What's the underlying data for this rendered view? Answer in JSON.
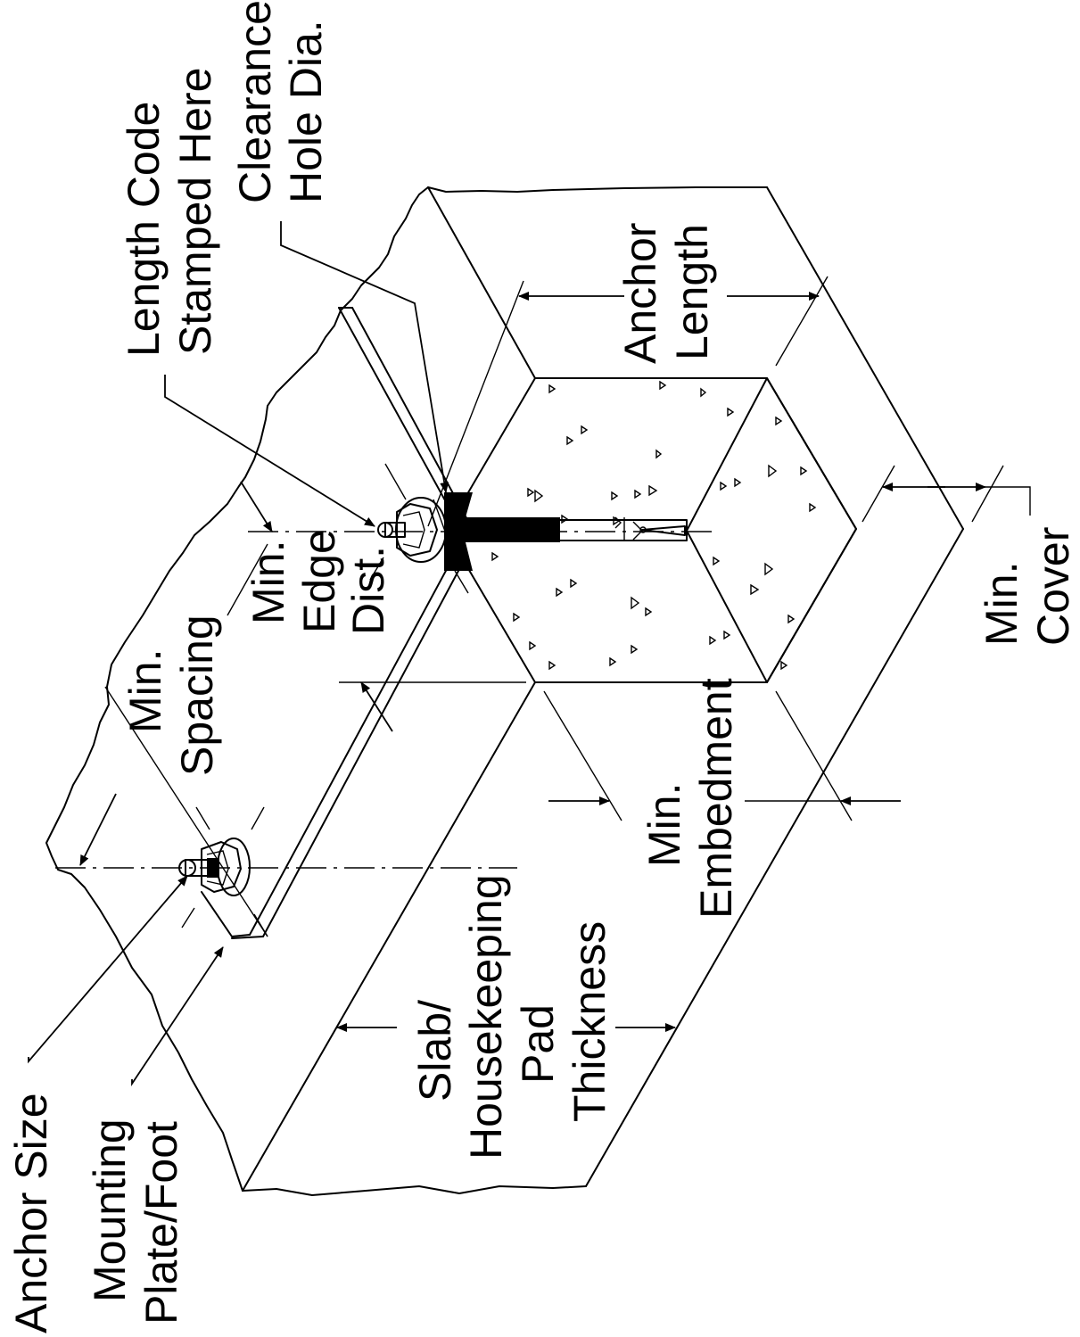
{
  "labels": {
    "length_code_1": "Length Code",
    "length_code_2": "Stamped Here",
    "clearance_1": "Clearance",
    "clearance_2": "Hole Dia.",
    "anchor_length_1": "Anchor",
    "anchor_length_2": "Length",
    "min_edge_1": "Min.",
    "min_edge_2": "Edge",
    "min_edge_3": "Dist.",
    "min_spacing_1": "Min.",
    "min_spacing_2": "Spacing",
    "min_cover_1": "Min.",
    "min_cover_2": "Cover",
    "min_embed_1": "Min.",
    "min_embed_2": "Embedment",
    "slab_1": "Slab/",
    "slab_2": "Housekeeping",
    "slab_3": "Pad",
    "slab_4": "Thickness",
    "anchor_size": "Anchor Size",
    "mounting_1": "Mounting",
    "mounting_2": "Plate/Foot"
  },
  "colors": {
    "ink": "#000000",
    "background": "#ffffff"
  }
}
